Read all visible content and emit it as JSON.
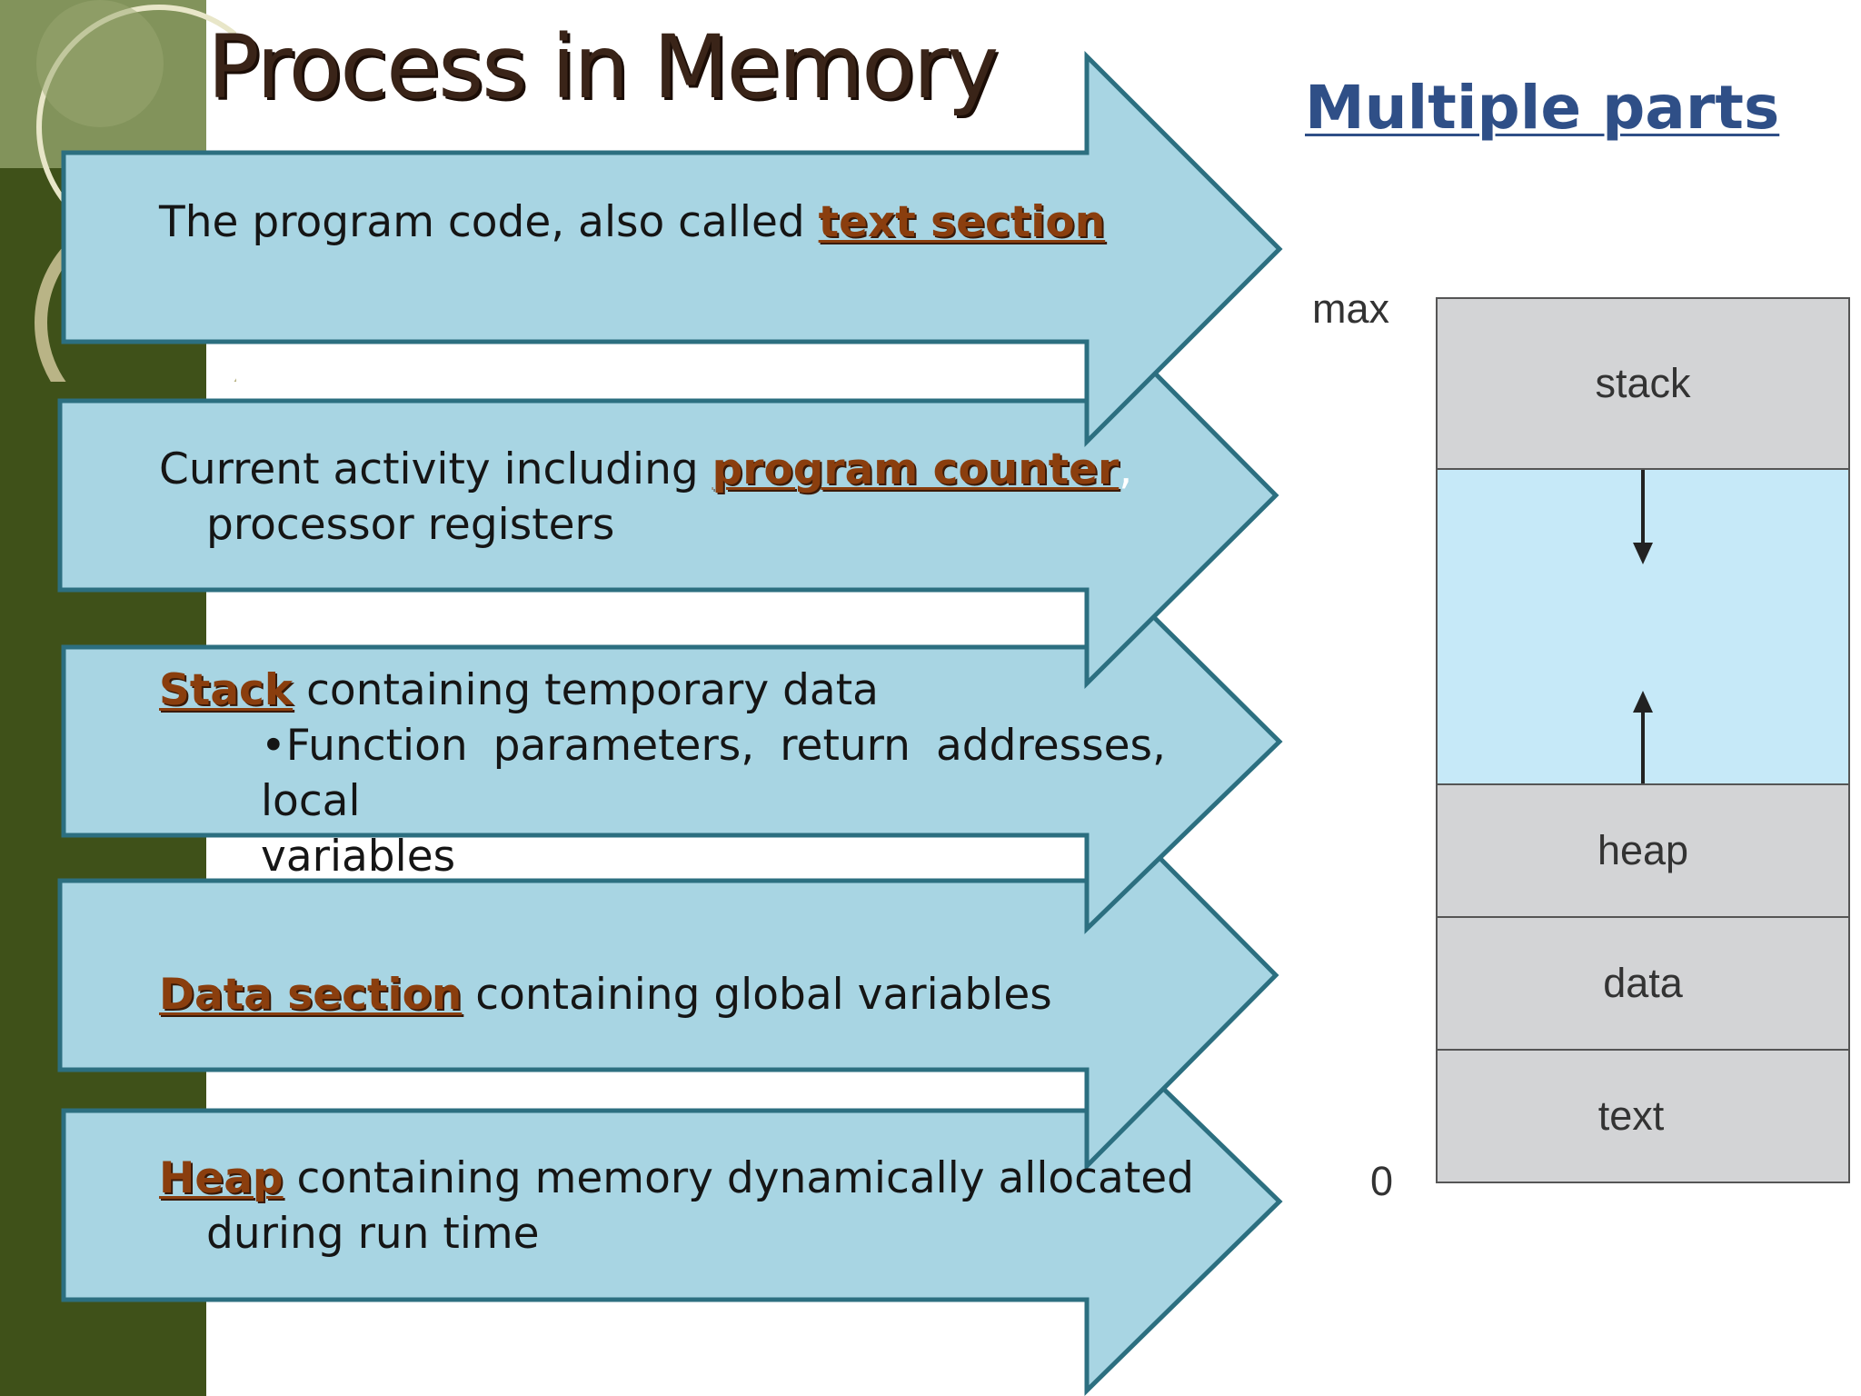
{
  "slide": {
    "title": "Process in Memory",
    "subtitle": "Multiple parts"
  },
  "colors": {
    "sidebar": "#3f5119",
    "arrow_fill": "#a8d5e3",
    "arrow_stroke": "#2c6f80",
    "highlight": "#8a3e0e",
    "subtitle": "#2f4f87",
    "segment_gray": "#d3d4d6",
    "segment_free": "#c6e9f8"
  },
  "arrows": [
    {
      "highlight": "text section",
      "before": "The program code, also called ",
      "after": ""
    },
    {
      "before": "Current activity including ",
      "highlight": "program counter",
      "after": ",",
      "line2": "processor registers"
    },
    {
      "highlight": "Stack",
      "after": " containing temporary data",
      "bullet": "•Function parameters, return addresses, local",
      "bullet_cont": "variables"
    },
    {
      "highlight": "Data section",
      "after": " containing global variables"
    },
    {
      "highlight": "Heap",
      "after": " containing memory dynamically allocated",
      "line2": "during run time"
    }
  ],
  "memory_layout": {
    "max_label": "max",
    "min_label": "0",
    "segments": [
      {
        "label": "stack"
      },
      {
        "label": ""
      },
      {
        "label": "heap"
      },
      {
        "label": "data"
      },
      {
        "label": "text"
      }
    ],
    "arrow_icons": [
      "arrow-down-icon",
      "arrow-up-icon"
    ]
  }
}
